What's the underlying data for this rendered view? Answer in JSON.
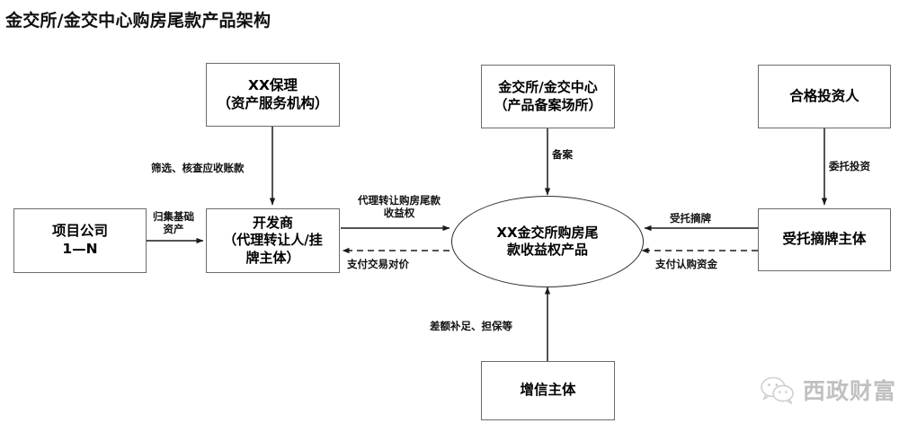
{
  "title": "金交所/金交中心购房尾款产品架构",
  "nodes": {
    "factoring": {
      "line1": "XX保理",
      "line2": "（资产服务机构）"
    },
    "exchange": {
      "line1": "金交所/金交中心",
      "line2": "（产品备案场所）"
    },
    "investor": {
      "line1": "合格投资人"
    },
    "project_co": {
      "line1": "项目公司",
      "line2": "1—N"
    },
    "developer": {
      "line1": "开发商",
      "line2": "（代理转让人/挂",
      "line3": "牌主体）"
    },
    "product": {
      "line1": "XX金交所购房尾",
      "line2": "款收益权产品"
    },
    "bidder": {
      "line1": "受托摘牌主体"
    },
    "credit_enhancer": {
      "line1": "增信主体"
    }
  },
  "edges": {
    "screen_receivables": "筛选、核查应收账款",
    "pool_assets_l1": "归集基础",
    "pool_assets_l2": "资产",
    "transfer_rights_l1": "代理转让购房尾款",
    "transfer_rights_l2": "收益权",
    "pay_consideration": "支付交易对价",
    "filing": "备案",
    "entrusted_investment": "委托投资",
    "entrusted_bidding": "受托摘牌",
    "pay_subscription": "支付认购资金",
    "credit_support": "差额补足、担保等"
  },
  "watermark": {
    "text": "西政财富",
    "icon": "wechat-icon"
  },
  "colors": {
    "box_border": "#6b6b6b",
    "line": "#1a1a1a",
    "text": "#000000",
    "watermark": "#9a9a9a"
  }
}
